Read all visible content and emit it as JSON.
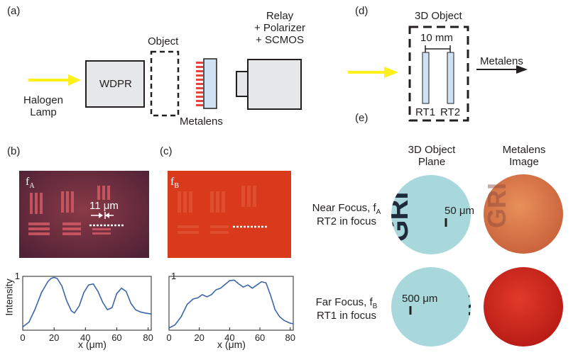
{
  "panels": {
    "a": "(a)",
    "b": "(b)",
    "c": "(c)",
    "d": "(d)",
    "e": "(e)"
  },
  "setup_a": {
    "source": [
      "Halogen",
      "Lamp"
    ],
    "wdpr": "WDPR",
    "object": "Object",
    "metalens": "Metalens",
    "relay": [
      "Relay",
      "+ Polarizer",
      "+ SCMOS"
    ]
  },
  "setup_d": {
    "title": "3D Object",
    "spacing": "10 mm",
    "rt1": "RT1",
    "rt2": "RT2",
    "output": "Metalens"
  },
  "image_b": {
    "label": "f",
    "sub": "A",
    "scale": "11 μm"
  },
  "image_c": {
    "label": "f",
    "sub": "B"
  },
  "colors": {
    "arrow_yellow": "#ffef1a",
    "slab_blue": "#cfe2f3",
    "metalens_red": "#e8463a",
    "profile_line": "#3b67a8",
    "object_cyan": "#a8d8dc",
    "image_b_bg": "#6b2a3a",
    "image_c_bg": "#d93a1c",
    "metalens_orange": "#e0804a",
    "metalens_red_spot": "#d9261c"
  },
  "panel_e": {
    "col1": [
      "3D Object",
      "Plane"
    ],
    "col2": [
      "Metalens",
      "Image"
    ],
    "row1": {
      "line1": "Near Focus, f",
      "sub1": "A",
      "line2": "RT2 in focus",
      "scale": "50 μm",
      "target_text": "GRI"
    },
    "row2": {
      "line1": "Far Focus, f",
      "sub1": "B",
      "line2": "RT1 in focus",
      "scale": "500 μm",
      "target_text": "JATO"
    }
  },
  "chart_data": [
    {
      "type": "line",
      "panel": "b",
      "xlabel": "x (μm)",
      "ylabel": "Intensity",
      "xlim": [
        0,
        82
      ],
      "ylim": [
        0,
        1
      ],
      "xticks": [
        0,
        20,
        40,
        60,
        80
      ],
      "yticks": [
        0,
        1
      ],
      "series": [
        {
          "x": [
            0,
            4,
            8,
            12,
            16,
            18,
            20,
            22,
            25,
            28,
            31,
            33,
            36,
            39,
            42,
            45,
            48,
            51,
            54,
            57,
            60,
            63,
            66,
            69,
            72,
            75,
            78,
            82
          ],
          "y": [
            0.06,
            0.15,
            0.4,
            0.7,
            0.9,
            0.96,
            0.98,
            0.96,
            0.82,
            0.55,
            0.36,
            0.32,
            0.45,
            0.7,
            0.84,
            0.86,
            0.72,
            0.52,
            0.38,
            0.42,
            0.68,
            0.78,
            0.72,
            0.5,
            0.38,
            0.34,
            0.32,
            0.3
          ]
        }
      ]
    },
    {
      "type": "line",
      "panel": "c",
      "xlabel": "x (μm)",
      "ylabel": "",
      "xlim": [
        0,
        82
      ],
      "ylim": [
        0,
        1
      ],
      "xticks": [
        0,
        20,
        40,
        60,
        80
      ],
      "yticks": [
        0,
        1
      ],
      "series": [
        {
          "x": [
            0,
            4,
            8,
            12,
            16,
            19,
            22,
            25,
            28,
            31,
            34,
            37,
            40,
            43,
            46,
            49,
            52,
            55,
            58,
            61,
            64,
            67,
            70,
            73,
            76,
            80,
            82
          ],
          "y": [
            0.04,
            0.1,
            0.25,
            0.48,
            0.58,
            0.6,
            0.66,
            0.62,
            0.66,
            0.75,
            0.78,
            0.85,
            0.92,
            0.93,
            0.86,
            0.8,
            0.84,
            0.78,
            0.84,
            0.9,
            0.88,
            0.65,
            0.38,
            0.25,
            0.18,
            0.13,
            0.12
          ]
        }
      ]
    }
  ]
}
